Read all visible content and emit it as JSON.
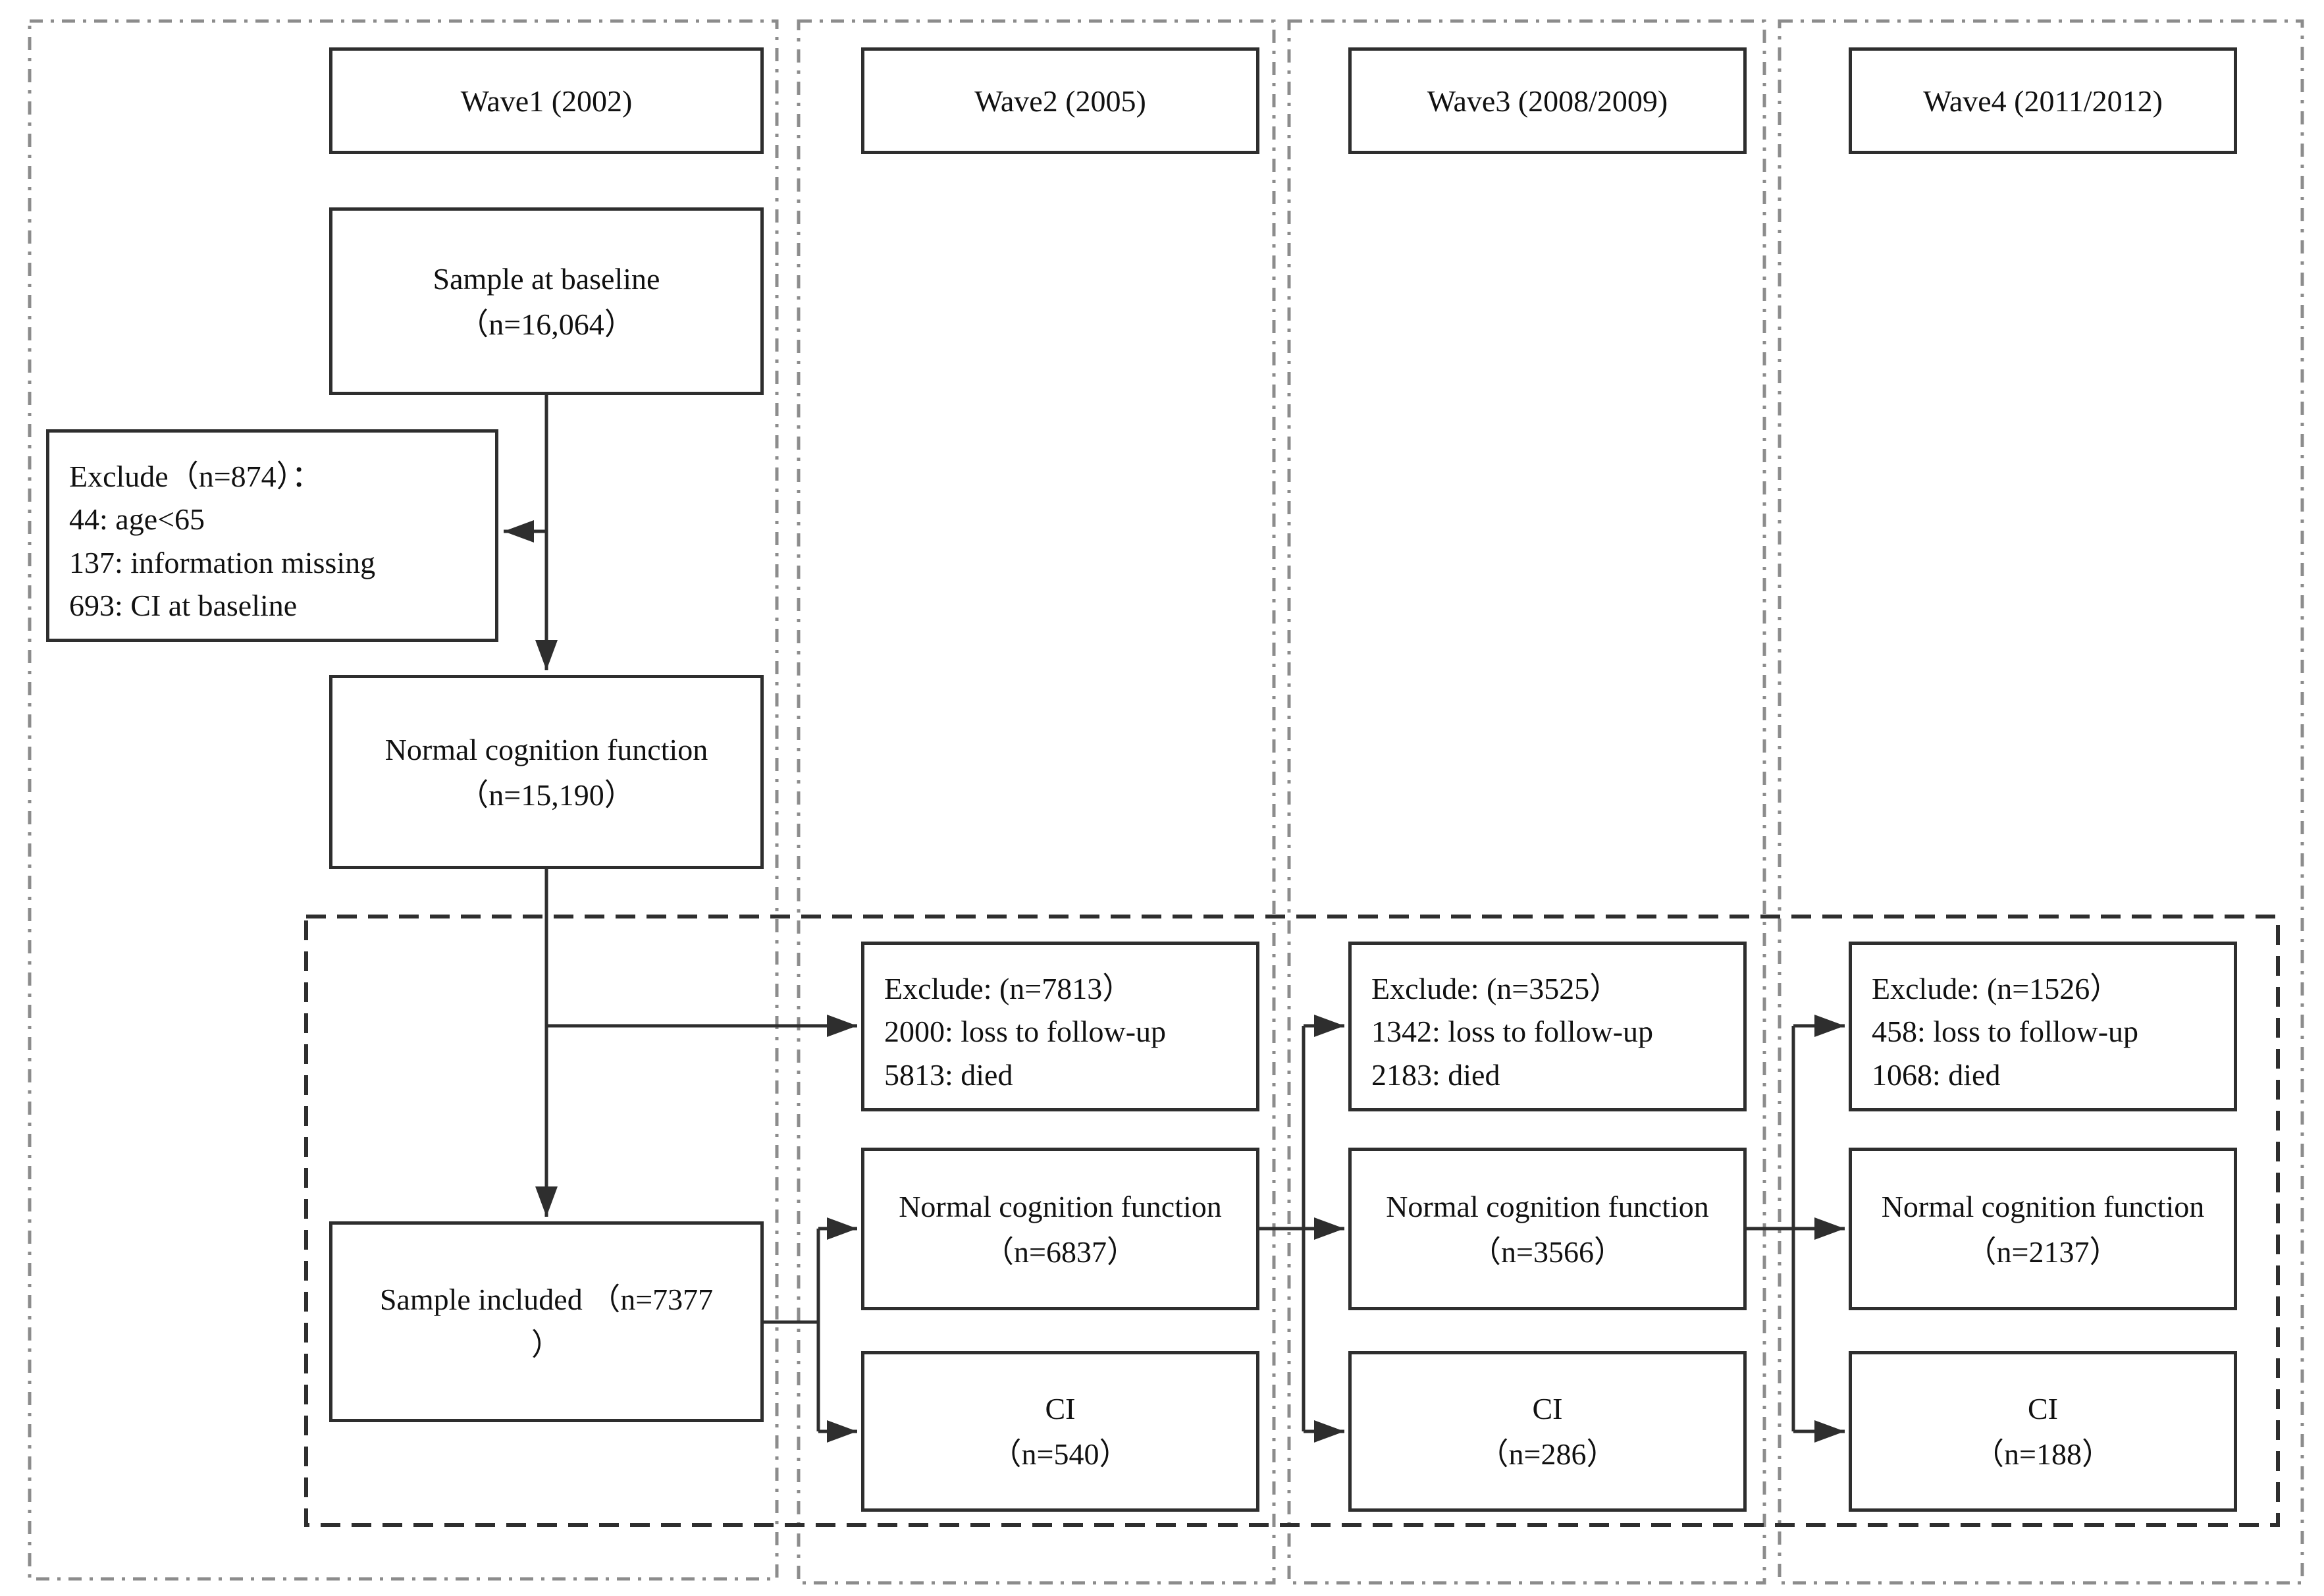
{
  "diagram": {
    "title_implicit": "Study sample flow chart across survey waves",
    "colors": {
      "background": "#ffffff",
      "line": "#2e2e2e",
      "box_border": "#2e2e2e",
      "column_outline": "#8c8c8c",
      "text": "#111111"
    },
    "columns": [
      {
        "id": "wave1",
        "header": "Wave1 (2002)"
      },
      {
        "id": "wave2",
        "header": "Wave2 (2005)"
      },
      {
        "id": "wave3",
        "header": "Wave3 (2008/2009)"
      },
      {
        "id": "wave4",
        "header": "Wave4 (2011/2012)"
      }
    ],
    "nodes": {
      "baseline": {
        "lines": [
          "Sample at baseline",
          "（n=16,064）"
        ]
      },
      "exclude1": {
        "lines": [
          "Exclude（n=874）：",
          "44: age<65",
          "137: information missing",
          "693: CI at baseline"
        ]
      },
      "normal1": {
        "lines": [
          "Normal cognition function",
          "（n=15,190）"
        ]
      },
      "included": {
        "lines": [
          "Sample included （n=7377",
          "）"
        ]
      },
      "exclude2": {
        "lines": [
          "Exclude: (n=7813）",
          "2000: loss to follow-up",
          "5813: died"
        ]
      },
      "normal2": {
        "lines": [
          "Normal cognition function",
          "（n=6837）"
        ]
      },
      "ci2": {
        "lines": [
          "CI",
          "（n=540）"
        ]
      },
      "exclude3": {
        "lines": [
          "Exclude: (n=3525）",
          "1342: loss to follow-up",
          "2183: died"
        ]
      },
      "normal3": {
        "lines": [
          "Normal cognition function",
          "（n=3566）"
        ]
      },
      "ci3": {
        "lines": [
          "CI",
          "（n=286）"
        ]
      },
      "exclude4": {
        "lines": [
          "Exclude: (n=1526）",
          "458: loss to follow-up",
          "1068: died"
        ]
      },
      "normal4": {
        "lines": [
          "Normal cognition function",
          "（n=2137）"
        ]
      },
      "ci4": {
        "lines": [
          "CI",
          "（n=188）"
        ]
      }
    }
  }
}
